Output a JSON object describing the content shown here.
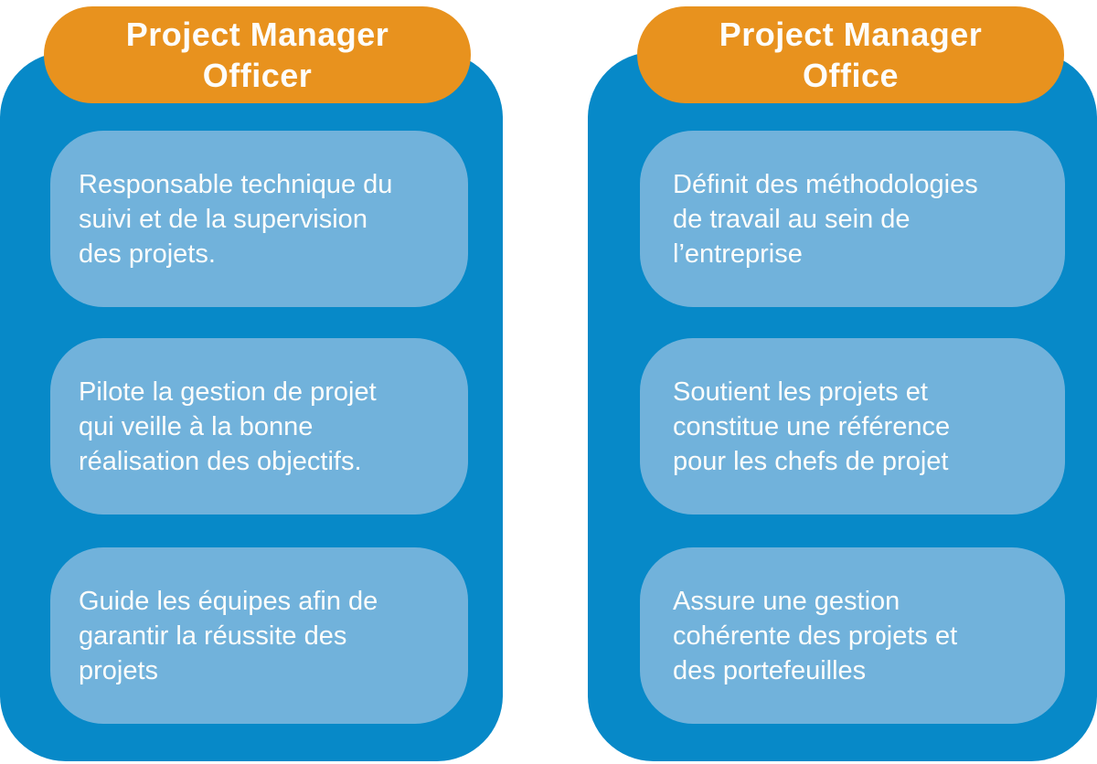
{
  "colors": {
    "page_bg": "#ffffff",
    "panel_blue": "#0789c8",
    "card_blue": "#71b2db",
    "header_orange": "#e8921e",
    "text_light": "#fdfdfb"
  },
  "columns": [
    {
      "title": "Project Manager\nOfficer",
      "cards": [
        "Responsable technique du\nsuivi et de la supervision\ndes projets.",
        "Pilote la gestion de projet\nqui veille à la bonne\nréalisation des objectifs.",
        "Guide les équipes afin de\ngarantir la réussite des\nprojets"
      ]
    },
    {
      "title": "Project Manager\nOffice",
      "cards": [
        "Définit des méthodologies\nde travail au sein de\nl’entreprise",
        "Soutient les projets et\nconstitue une référence\npour les chefs de projet",
        "Assure une gestion\ncohérente des projets et\ndes portefeuilles"
      ]
    }
  ]
}
